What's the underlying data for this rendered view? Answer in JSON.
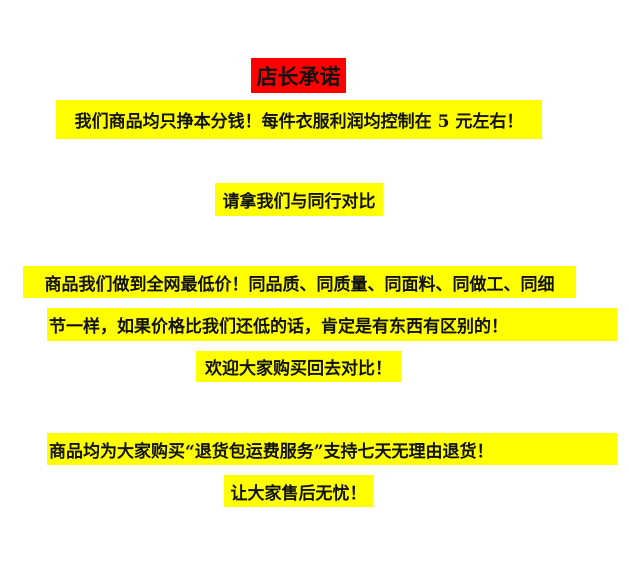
{
  "title": "店长承诺",
  "lines": [
    "我们商品均只挣本分钱！每件衣服利润均控制在 5 元左右！",
    "请拿我们与同行对比",
    "商品我们做到全网最低价！同品质、同质量、同面料、同做工、同细",
    "节一样，如果价格比我们还低的话，肯定是有东西有区别的！",
    "欢迎大家购买回去对比！",
    "商品均为大家购买“退货包运费服务”支持七天无理由退货！",
    "让大家售后无忧！"
  ],
  "colors": {
    "title_bg": "#ff0000",
    "highlight_bg": "#ffff00",
    "text": "#111111"
  }
}
